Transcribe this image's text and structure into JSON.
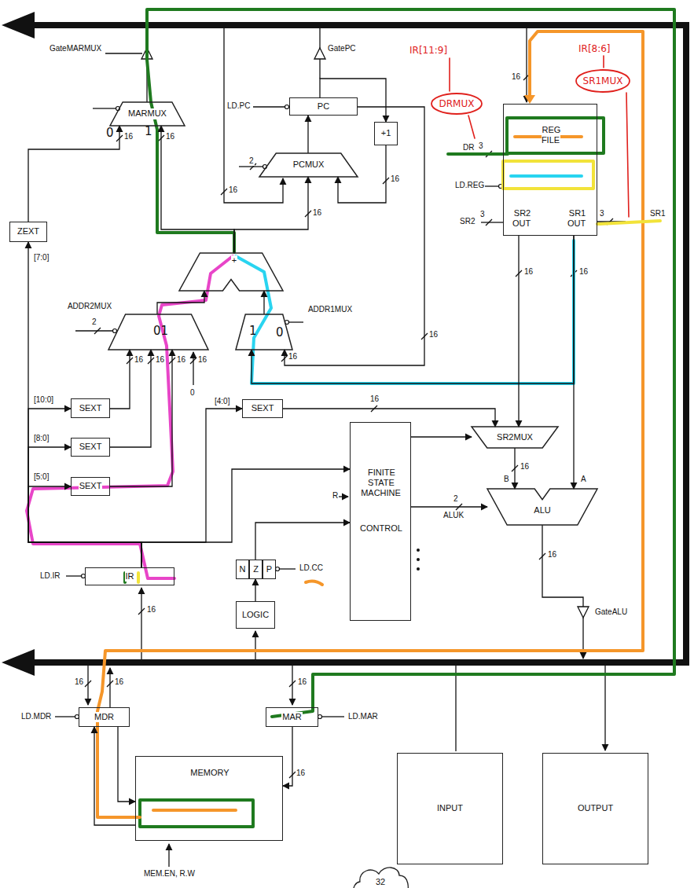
{
  "diagram": {
    "nodes": [
      {
        "text": [
          "MARMUX"
        ]
      },
      {
        "text": [
          "PC"
        ]
      },
      {
        "text": [
          "+1"
        ]
      },
      {
        "text": [
          "PCMUX"
        ]
      },
      {
        "text": [
          "DRMUX"
        ]
      },
      {
        "text": [
          "SR1MUX"
        ]
      },
      {
        "text": [
          "REG FILE",
          "SR2 OUT",
          "SR1 OUT"
        ]
      },
      {
        "text": [
          "ZEXT"
        ]
      },
      {
        "text": [
          "+"
        ]
      },
      {
        "text": [
          "ADDR2MUX"
        ]
      },
      {
        "text": [
          "ADDR1MUX"
        ]
      },
      {
        "text": [
          "SEXT"
        ]
      },
      {
        "text": [
          "SEXT"
        ]
      },
      {
        "text": [
          "SEXT"
        ]
      },
      {
        "text": [
          "SEXT"
        ]
      },
      {
        "text": [
          "FINITE STATE MACHINE",
          "CONTROL"
        ]
      },
      {
        "text": [
          "SR2MUX"
        ]
      },
      {
        "text": [
          "ALU"
        ]
      },
      {
        "text": [
          "IR"
        ]
      },
      {
        "text": [
          "N"
        ]
      },
      {
        "text": [
          "Z"
        ]
      },
      {
        "text": [
          "P"
        ]
      },
      {
        "text": [
          "LOGIC"
        ]
      },
      {
        "text": [
          "MDR"
        ]
      },
      {
        "text": [
          "MAR"
        ]
      },
      {
        "text": [
          "MEMORY"
        ]
      },
      {
        "text": [
          "INPUT"
        ]
      },
      {
        "text": [
          "OUTPUT"
        ]
      },
      {
        "text": [
          "32"
        ]
      }
    ],
    "edges": [
      {
        "from": 7,
        "to": 0,
        "arrow": "to"
      },
      {
        "from": 8,
        "to": 0,
        "arrow": "to"
      },
      {
        "from": 8,
        "to": 3,
        "arrow": "to"
      },
      {
        "from": 3,
        "to": 1,
        "arrow": "to"
      },
      {
        "from": 1,
        "to": 2,
        "arrow": "to"
      },
      {
        "from": 2,
        "to": 3,
        "arrow": "to"
      },
      {
        "from": 1,
        "to": 10,
        "arrow": "to"
      },
      {
        "from": 6,
        "to": 10,
        "arrow": "to"
      },
      {
        "from": 6,
        "to": 16,
        "arrow": "to"
      },
      {
        "from": 6,
        "to": 17,
        "arrow": "to"
      },
      {
        "from": 16,
        "to": 17,
        "arrow": "to"
      },
      {
        "from": 14,
        "to": 16,
        "arrow": "to"
      },
      {
        "from": 9,
        "to": 8,
        "arrow": "to"
      },
      {
        "from": 10,
        "to": 8,
        "arrow": "to"
      },
      {
        "from": 11,
        "to": 9,
        "arrow": "to"
      },
      {
        "from": 12,
        "to": 9,
        "arrow": "to"
      },
      {
        "from": 13,
        "to": 9,
        "arrow": "to"
      },
      {
        "from": 18,
        "to": 7,
        "arrow": "to"
      },
      {
        "from": 18,
        "to": 11,
        "arrow": "to"
      },
      {
        "from": 18,
        "to": 12,
        "arrow": "to"
      },
      {
        "from": 18,
        "to": 13,
        "arrow": "to"
      },
      {
        "from": 18,
        "to": 14,
        "arrow": "to"
      },
      {
        "from": 18,
        "to": 15,
        "arrow": "to"
      },
      {
        "from": 20,
        "to": 15,
        "arrow": "to"
      },
      {
        "from": 22,
        "to": 20,
        "arrow": "to"
      },
      {
        "from": 15,
        "to": 16,
        "arrow": "to"
      },
      {
        "from": 15,
        "to": 17,
        "arrow": "to"
      },
      {
        "from": 24,
        "to": 25,
        "arrow": "to"
      },
      {
        "from": 23,
        "to": 25,
        "arrow": "to"
      },
      {
        "from": 25,
        "to": 23,
        "arrow": "to"
      }
    ],
    "labels": [
      "GateMARMUX",
      "GatePC",
      "LD.PC",
      "2",
      "16",
      "16",
      "16",
      "16",
      "IR[11:9]",
      "IR[8:6]",
      "DR",
      "3",
      "LD.REG",
      "SR2",
      "3",
      "3",
      "SR1",
      "0",
      "1",
      "16",
      "16",
      "[7:0]",
      "2",
      "01",
      "1",
      "0",
      "16",
      "16",
      "16",
      "16",
      "0",
      "[10:0]",
      "[8:0]",
      "[5:0]",
      "[4:0]",
      "16",
      "16",
      "16",
      "16",
      "16",
      "R",
      "B",
      "A",
      "2",
      "ALUK",
      "16",
      "16",
      "GateALU",
      "LD.IR",
      "16",
      "LD.CC",
      "LD.MDR",
      "16",
      "16",
      "16",
      "LD.MAR",
      "16",
      "MEM.EN, R.W"
    ]
  }
}
